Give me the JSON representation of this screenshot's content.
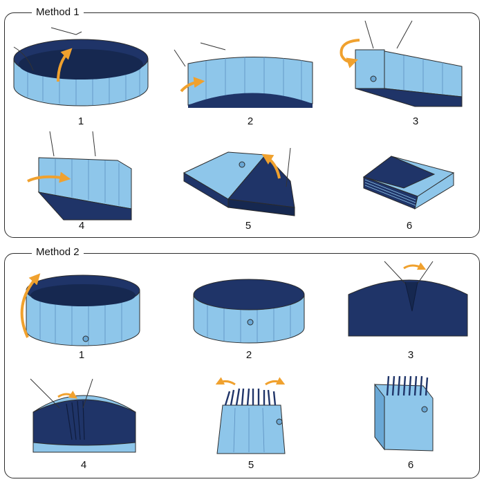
{
  "colors": {
    "pool_dark": "#1f3468",
    "pool_light": "#8ec6ea",
    "pool_mid": "#6aa8d6",
    "arrow": "#f0a12e",
    "outline": "#2b2b2b"
  },
  "method1": {
    "title": "Method 1",
    "steps": [
      "1",
      "2",
      "3",
      "4",
      "5",
      "6"
    ]
  },
  "method2": {
    "title": "Method 2",
    "steps": [
      "1",
      "2",
      "3",
      "4",
      "5",
      "6"
    ]
  }
}
